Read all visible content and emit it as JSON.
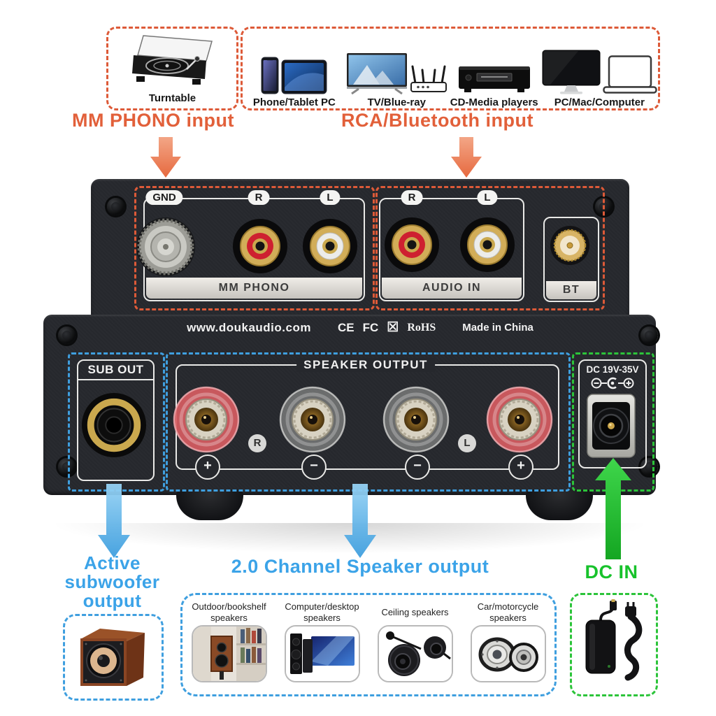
{
  "colors": {
    "accent_orange": "#e2603a",
    "accent_blue": "#3ba3e8",
    "accent_green": "#17c22b",
    "dash_orange": "#dd5a38",
    "dash_blue": "#3f9fdf",
    "dash_green": "#2cc43a",
    "chassis": "#26282d"
  },
  "top_sources": {
    "turntable_label": "Turntable",
    "items": [
      {
        "label": "Phone/Tablet PC"
      },
      {
        "label": "TV/Blue-ray"
      },
      {
        "label": "CD-Media players"
      },
      {
        "label": "PC/Mac/Computer"
      }
    ]
  },
  "callouts": {
    "mm_phono": "MM PHONO input",
    "rca_bt": "RCA/Bluetooth input",
    "sub": "Active subwoofer output",
    "speaker": "2.0 Channel Speaker output",
    "dc": "DC IN"
  },
  "rear_panel": {
    "website": "www.doukaudio.com",
    "made_in": "Made in China",
    "cert_ce": "CE",
    "cert_fcc": "FC",
    "cert_weee": "☒",
    "cert_rohs": "RoHS",
    "mm_phono": {
      "gnd": "GND",
      "r": "R",
      "l": "L",
      "title": "MM PHONO"
    },
    "audio_in": {
      "r": "R",
      "l": "L",
      "title": "AUDIO IN"
    },
    "bt_title": "BT",
    "sub_out_title": "SUB OUT",
    "speaker_output": {
      "title": "SPEAKER OUTPUT",
      "r": "R",
      "l": "L",
      "terminals": [
        "+",
        "−",
        "−",
        "+"
      ]
    },
    "dc_input": {
      "title": "DC 19V-35V"
    }
  },
  "bottom_devices": {
    "speakers": [
      {
        "label": "Outdoor/bookshelf speakers"
      },
      {
        "label": "Computer/desktop speakers"
      },
      {
        "label": "Ceiling speakers"
      },
      {
        "label": "Car/motorcycle speakers"
      }
    ]
  }
}
